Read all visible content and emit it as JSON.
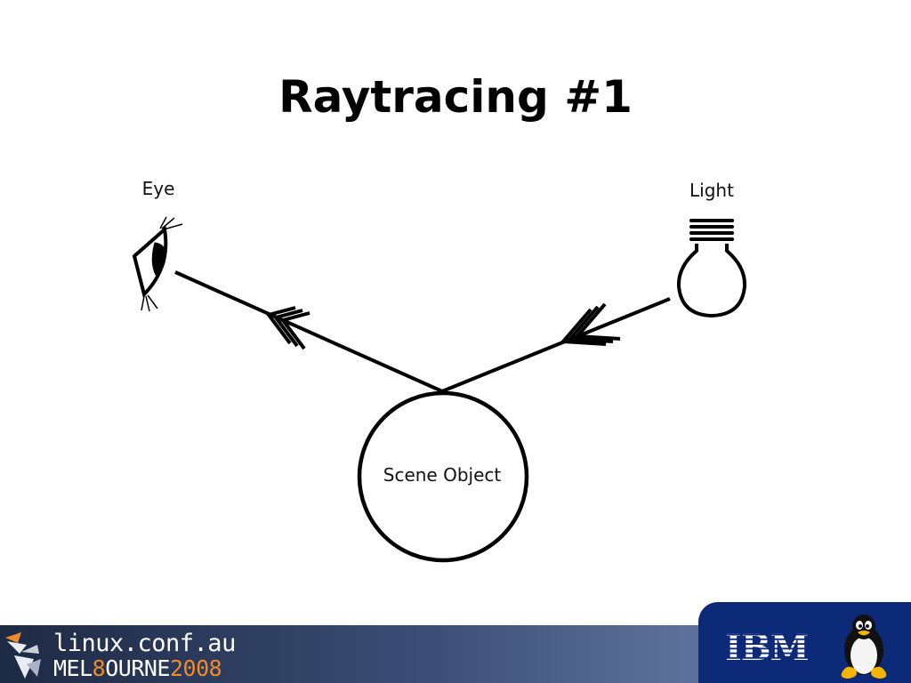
{
  "slide": {
    "title": "Raytracing #1"
  },
  "diagram": {
    "eye_label": "Eye",
    "light_label": "Light",
    "object_label": "Scene Object"
  },
  "footer": {
    "conf_line1": "linux.conf.au",
    "conf_line2_a": "MEL",
    "conf_line2_b": "8",
    "conf_line2_c": "OURNE",
    "conf_line2_d": "2008",
    "accent_color": "#f08a2a",
    "sponsor_logo": "IBM"
  }
}
